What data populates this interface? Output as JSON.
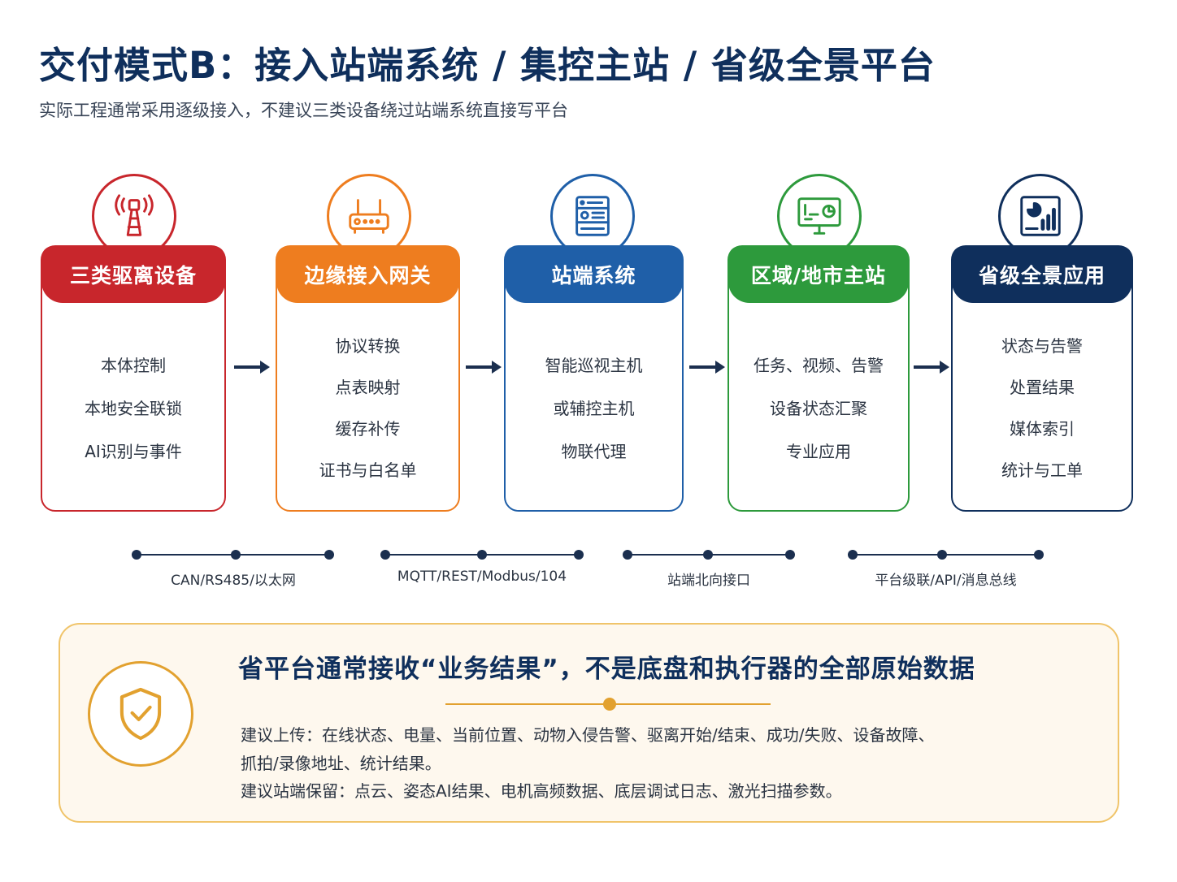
{
  "header": {
    "title": "交付模式B：接入站端系统 / 集控主站 / 省级全景平台",
    "subtitle": "实际工程通常采用逐级接入，不建议三类设备绕过站端系统直接写平台"
  },
  "stages": [
    {
      "label": "三类驱离设备",
      "color": "#c8262c",
      "icon": "tower-antenna-icon",
      "items": [
        "本体控制",
        "本地安全联锁",
        "AI识别与事件"
      ]
    },
    {
      "label": "边缘接入网关",
      "color": "#ee7d1f",
      "icon": "router-icon",
      "items": [
        "协议转换",
        "点表映射",
        "缓存补传",
        "证书与白名单"
      ]
    },
    {
      "label": "站端系统",
      "color": "#1f5fa8",
      "icon": "server-icon",
      "items": [
        "智能巡视主机",
        "或辅控主机",
        "物联代理"
      ]
    },
    {
      "label": "区域/地市主站",
      "color": "#2d9a3c",
      "icon": "monitor-chart-icon",
      "items": [
        "任务、视频、告警",
        "设备状态汇聚",
        "专业应用"
      ]
    },
    {
      "label": "省级全景应用",
      "color": "#0f2f5c",
      "icon": "dashboard-icon",
      "items": [
        "状态与告警",
        "处置结果",
        "媒体索引",
        "统计与工单"
      ]
    }
  ],
  "protocols": [
    {
      "label": "CAN/RS485/以太网"
    },
    {
      "label": "MQTT/REST/Modbus/104"
    },
    {
      "label": "站端北向接口"
    },
    {
      "label": "平台级联/API/消息总线"
    }
  ],
  "note": {
    "icon": "shield-check-icon",
    "title": "省平台通常接收“业务结果”，不是底盘和执行器的全部原始数据",
    "line1": "建议上传：在线状态、电量、当前位置、动物入侵告警、驱离开始/结束、成功/失败、设备故障、",
    "line2": "抓拍/录像地址、统计结果。",
    "line3": "建议站端保留：点云、姿态AI结果、电机高频数据、底层调试日志、激光扫描参数。",
    "accent": "#e2a12f"
  }
}
